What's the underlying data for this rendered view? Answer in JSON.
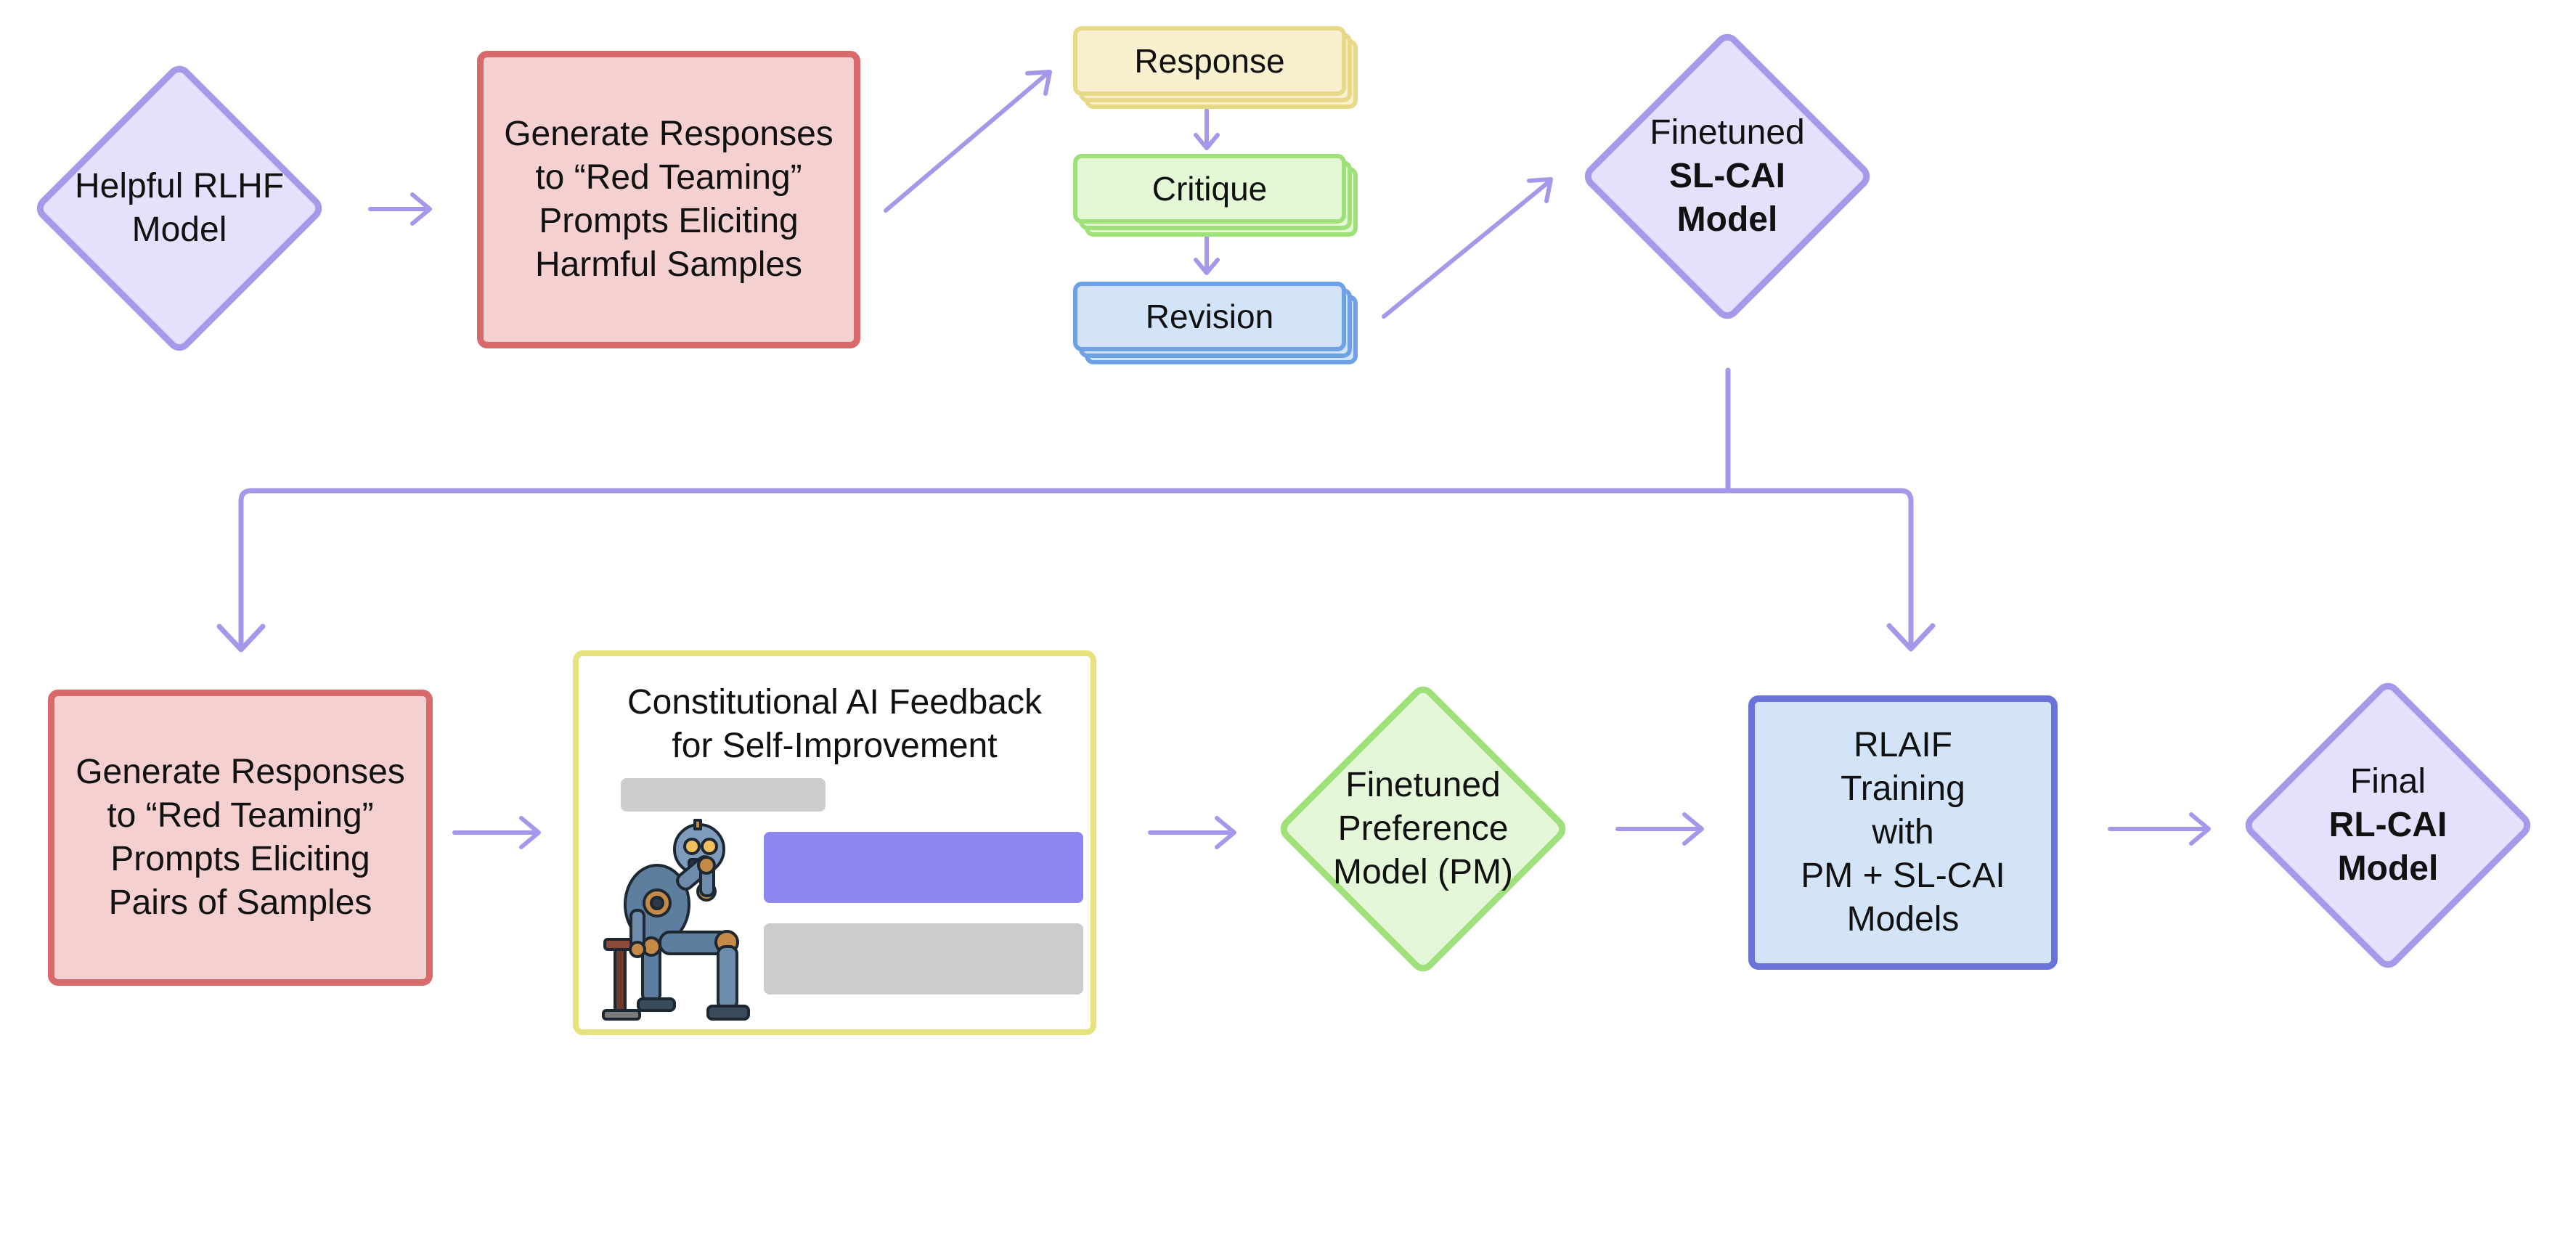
{
  "colors": {
    "arrow": "#a597ea",
    "red_fill": "#f4d0d1",
    "red_border": "#d86a6b",
    "purple_fill": "#e3e1fb",
    "purple_border": "#a699ea",
    "green_fill": "#e4f7d8",
    "green_border": "#9fe07a",
    "blue_fill": "#d3e4f8",
    "blue_border": "#6a73da",
    "yellow_border": "#e6e27d",
    "chat_bubble_purple": "#8f87f0",
    "chat_bubble_gray": "#cccccc"
  },
  "top_row": {
    "helpful_model": {
      "line1": "Helpful RLHF",
      "line2": "Model"
    },
    "generate_harmful": {
      "text": "Generate Responses\nto “Red Teaming”\nPrompts Eliciting\nHarmful Samples"
    },
    "response": "Response",
    "critique": "Critique",
    "revision": "Revision",
    "sl_cai_model": {
      "line1": "Finetuned",
      "line2": "SL-CAI",
      "line3": "Model"
    }
  },
  "bottom_row": {
    "generate_pairs": {
      "text": "Generate Responses\nto “Red Teaming”\nPrompts Eliciting\nPairs of Samples"
    },
    "feedback_panel": {
      "title": "Constitutional AI Feedback\nfor Self-Improvement",
      "image": "robot-thinker-illustration"
    },
    "preference_model": {
      "line1": "Finetuned",
      "line2": "Preference",
      "line3": "Model (PM)"
    },
    "rlaif": {
      "text": "RLAIF\nTraining\nwith\nPM + SL-CAI\nModels"
    },
    "rl_cai_model": {
      "line1": "Final",
      "line2": "RL-CAI",
      "line3": "Model"
    }
  }
}
